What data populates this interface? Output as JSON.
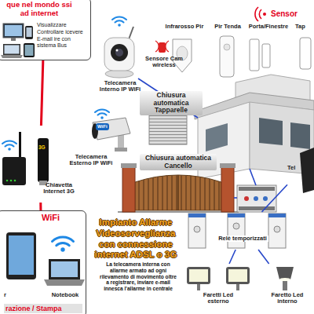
{
  "diagram": {
    "title": "Impianto Allarme Videosorveglianza con connessione internet ADSL o 3G",
    "nodes": [
      {
        "text": [
          "que nel mondo ssi ad internet",
          "Visualizzare Controllare icevere E-mail ire con sistema Bus"
        ]
      },
      {
        "text": [
          "Telecamera Interno IP WiFi"
        ]
      },
      {
        "text": [
          "Sensore Cam wireless"
        ]
      },
      {
        "text": [
          "Infrarosso Pir"
        ]
      },
      {
        "text": [
          "Pir Tenda"
        ]
      },
      {
        "text": [
          "Porta/Finestre"
        ]
      },
      {
        "text": [
          "Tap"
        ]
      },
      {
        "text": [
          "Chiusura automatica Tapparelle"
        ]
      },
      {
        "text": [
          "Telecamera Esterno IP WiFi"
        ]
      },
      {
        "text": [
          "Chiusura automatica Cancello"
        ]
      },
      {
        "text": [
          "Tel"
        ]
      },
      {
        "text": [
          "3G",
          "Chiavetta Internet 3G"
        ]
      },
      {
        "text": [
          "WiFi",
          "r",
          "Notebook",
          "razione / Stampa"
        ]
      },
      {
        "text": [
          "Relè temporizzati"
        ]
      },
      {
        "text": [
          "Faretti Led esterno"
        ]
      },
      {
        "text": [
          "Faretto Led interno"
        ]
      }
    ],
    "edges": [
      {
        "from": 11,
        "to": 0,
        "arrow": "none"
      },
      {
        "from": 11,
        "to": 12,
        "arrow": "none"
      },
      {
        "from": 10,
        "to": 13,
        "arrow": "none"
      },
      {
        "from": 13,
        "to": 14,
        "arrow": "none"
      },
      {
        "from": 13,
        "to": 15,
        "arrow": "none"
      }
    ],
    "labels": [
      "Sensor",
      "WiFi",
      "La telecamera interna con allarme armato ad ogni rilevamento di movimento oltre a registrare, inviare e-mail innesca l'allarme in centrale"
    ]
  }
}
